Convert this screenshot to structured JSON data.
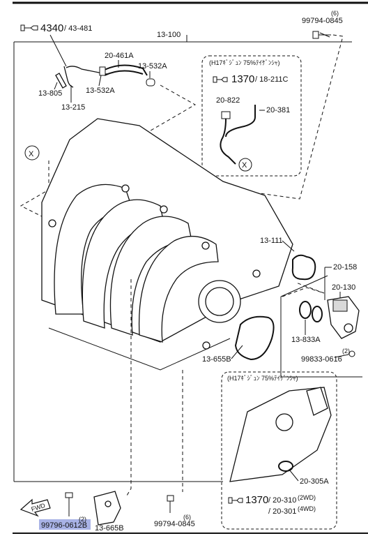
{
  "callouts": {
    "ref_4340": {
      "big": "4340",
      "small": "/ 43-481"
    },
    "ref_1370_top": {
      "big": "1370",
      "small": "/ 18-211C"
    },
    "ref_1370_bottom": {
      "big": "1370",
      "small": "/ 20-310",
      "sup1": "(2WD)",
      "line2": "/ 20-301",
      "sup2": "(4WD)"
    }
  },
  "notes": {
    "inset_top": "(H17ｷﾞｼﾞｭﾝ 75%ﾃｲｹﾞﾝｼｬ)",
    "inset_bottom": "(H17ｷﾞｼﾞｭﾝ 75%ﾃｲｹﾞﾝｼｬ)"
  },
  "labels": {
    "p13_100": "13-100",
    "p20_461a": "20-461A",
    "p13_532a_right": "13-532A",
    "p13_532a_left": "13-532A",
    "p13_805": "13-805",
    "p13_215": "13-215",
    "p20_822": "20-822",
    "p20_381": "20-381",
    "p99794_top": "99794-0845",
    "p99794_top_qty": "(6)",
    "p13_111": "13-111",
    "p20_158": "20-158",
    "p20_130": "20-130",
    "p13_833a": "13-833A",
    "p99833": "99833-0616",
    "p99833_qty": "(2)",
    "p13_655b": "13-655B",
    "p20_305a": "20-305A",
    "p99796": "99796-0612B",
    "p13_665b": "13-665B",
    "p13_665b_qty": "(2)",
    "p99794_bottom": "99794-0845",
    "p99794_bottom_qty": "(6)",
    "circle_x": "X",
    "fwd": "FWD"
  },
  "colors": {
    "highlight": "#a9b3e6",
    "ink": "#111111"
  }
}
